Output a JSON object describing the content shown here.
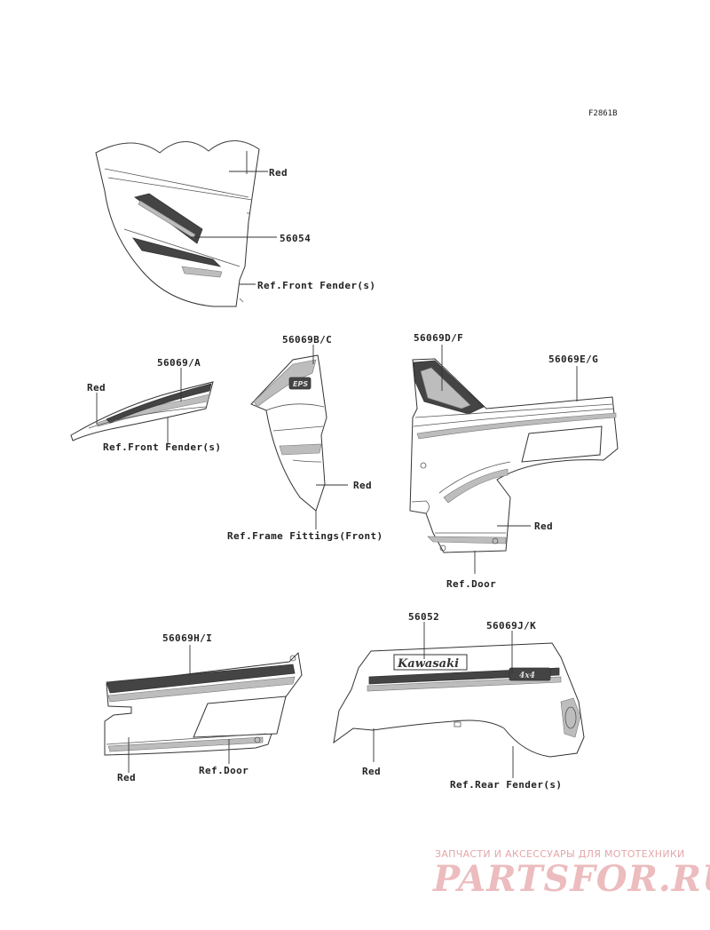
{
  "figure_code": "F2861B",
  "labels": {
    "top_red": "Red",
    "top_part": "56054",
    "top_ref": "Ref.Front Fender(s)",
    "left_part": "56069/A",
    "left_red": "Red",
    "left_ref": "Ref.Front Fender(s)",
    "center_part": "56069B/C",
    "center_red": "Red",
    "center_ref": "Ref.Frame Fittings(Front)",
    "right_part_a": "56069D/F",
    "right_part_b": "56069E/G",
    "right_red": "Red",
    "right_ref": "Ref.Door",
    "bl_part": "56069H/I",
    "bl_red": "Red",
    "bl_ref": "Ref.Door",
    "br_part_a": "56052",
    "br_part_b": "56069J/K",
    "br_red": "Red",
    "br_ref": "Ref.Rear Fender(s)"
  },
  "decal_text": {
    "brand": "Kawasaki",
    "eps": "EPS",
    "four_by_four": "4x4"
  },
  "watermark": {
    "line1": "ЗАПЧАСТИ И АКСЕССУАРЫ ДЛЯ МОТОТЕХНИКИ",
    "line2": "PARTSFOR.RU",
    "color": "#e8a5a8"
  }
}
